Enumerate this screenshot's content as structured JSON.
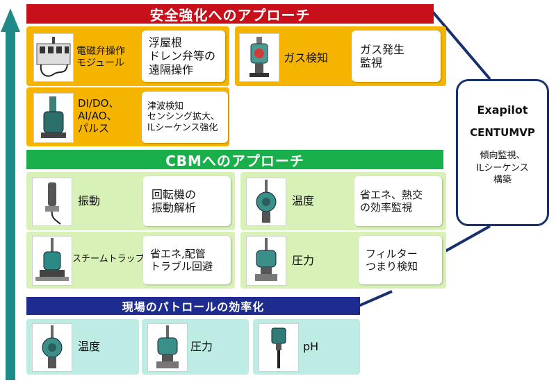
{
  "colors": {
    "arrow": "#1f8a88",
    "banner_red": "#c8101a",
    "banner_green": "#19b04b",
    "banner_blue": "#1f2c8f",
    "panel_orange": "#f5b400",
    "panel_green": "#d7f1b7",
    "panel_teal": "#bdece4",
    "connector": "#17306e"
  },
  "safety": {
    "title": "安全強化へのアプローチ",
    "items": [
      {
        "device_icon": "solenoid-valve-module",
        "device_label": "電磁弁操作\nモジュール",
        "desc": "浮屋根\nドレン弁等の\n遠隔操作"
      },
      {
        "device_icon": "gas-detector",
        "device_label": "ガス検知",
        "desc": "ガス発生\n監視"
      },
      {
        "device_icon": "io-transmitter",
        "device_label": "DI/DO、\nAI/AO、\nパルス",
        "desc": "津波検知\nセンシング拡大、\nILシーケンス強化"
      }
    ]
  },
  "cbm": {
    "title": "CBMへのアプローチ",
    "items": [
      {
        "device_icon": "vibration-sensor",
        "device_label": "振動",
        "desc": "回転機の\n振動解析"
      },
      {
        "device_icon": "temperature-transmitter",
        "device_label": "温度",
        "desc": "省エネ、熱交\nの効率監視"
      },
      {
        "device_icon": "steam-trap-sensor",
        "device_label": "スチームトラップ",
        "desc": "省エネ,配管\nトラブル回避"
      },
      {
        "device_icon": "pressure-transmitter",
        "device_label": "圧力",
        "desc": "フィルター\nつまり検知"
      }
    ]
  },
  "patrol": {
    "title": "現場のパトロールの効率化",
    "items": [
      {
        "device_icon": "temperature-transmitter",
        "device_label": "温度"
      },
      {
        "device_icon": "pressure-transmitter",
        "device_label": "圧力"
      },
      {
        "device_icon": "ph-sensor",
        "device_label": "pH"
      }
    ]
  },
  "exapilot": {
    "line1": "Exapilot",
    "line2": "CENTUMVP",
    "desc": "傾向監視、\nILシーケンス\n構築"
  }
}
